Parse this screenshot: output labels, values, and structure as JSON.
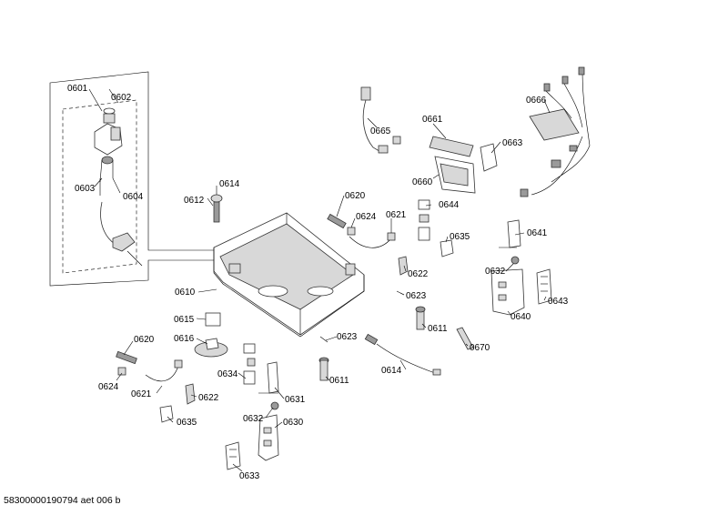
{
  "footer": "58300000190794 aet 006 b",
  "labels": {
    "l0601": "0601",
    "l0602": "0602",
    "l0603": "0603",
    "l0604": "0604",
    "l0665": "0665",
    "l0661": "0661",
    "l0663": "0663",
    "l0666": "0666",
    "l0660": "0660",
    "l0614a": "0614",
    "l0612": "0612",
    "l0620a": "0620",
    "l0624a": "0624",
    "l0621a": "0621",
    "l0644": "0644",
    "l0635a": "0635",
    "l0641": "0641",
    "l0622a": "0622",
    "l0632a": "0632",
    "l0643": "0643",
    "l0610": "0610",
    "l0623a": "0623",
    "l0640": "0640",
    "l0615": "0615",
    "l0611a": "0611",
    "l0670": "0670",
    "l0620b": "0620",
    "l0616": "0616",
    "l0623b": "0623",
    "l0614b": "0614",
    "l0634": "0634",
    "l0611b": "0611",
    "l0624b": "0624",
    "l0621b": "0621",
    "l0622b": "0622",
    "l0631": "0631",
    "l0635b": "0635",
    "l0632b": "0632",
    "l0630": "0630",
    "l0633": "0633"
  }
}
